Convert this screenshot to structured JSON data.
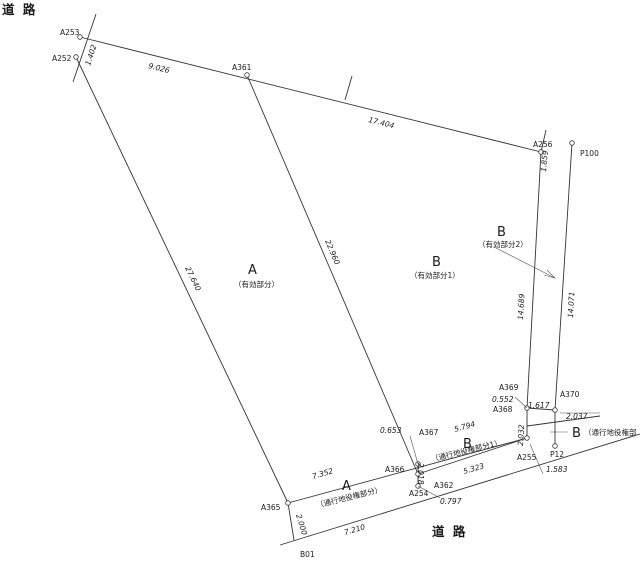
{
  "roads": {
    "top": "道 路",
    "bottom": "道 路"
  },
  "points": {
    "A253": "A253",
    "A252": "A252",
    "A361": "A361",
    "A256": "A256",
    "P100": "P100",
    "A369": "A369",
    "A368": "A368",
    "A370": "A370",
    "A367": "A367",
    "A366": "A366",
    "A365": "A365",
    "A254": "A254",
    "A362": "A362",
    "A255": "A255",
    "P12": "P12",
    "B01": "B01"
  },
  "dims": {
    "d1": "1.402",
    "d2": "9.026",
    "d3": "17.404",
    "d4": "1.859",
    "d5": "27.640",
    "d6": "22.960",
    "d7": "14.689",
    "d8": "14.071",
    "d9": "0.552",
    "d10": "1.617",
    "d11": "2.037",
    "d12": "2.032",
    "d13": "0.653",
    "d14": "5.794",
    "d15": "2.018",
    "d16": "7.352",
    "d17": "0.797",
    "d18": "5.323",
    "d19": "1.583",
    "d20": "2.000",
    "d21": "7.210"
  },
  "parcels": {
    "a_main": {
      "letter": "A",
      "desc": "（有効部分）"
    },
    "b_main": {
      "letter": "B",
      "desc": "（有効部分1）"
    },
    "b_two": {
      "letter": "B",
      "desc": "（有効部分2）"
    },
    "a_pass": {
      "letter": "A",
      "desc": "（通行地役権部分）"
    },
    "b_pass": {
      "letter": "B",
      "desc": "（通行地役権部分1）"
    },
    "b_side": {
      "letter": "B",
      "desc": "（通行地役権部"
    }
  }
}
